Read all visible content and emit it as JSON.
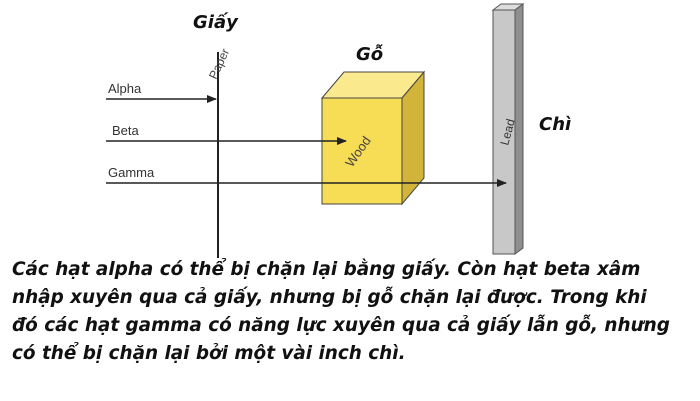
{
  "materials": {
    "paper": {
      "vn_label": "Giấy",
      "en_label": "Paper"
    },
    "wood": {
      "vn_label": "Gỗ",
      "en_label": "Wood"
    },
    "lead": {
      "vn_label": "Chì",
      "en_label": "Lead"
    }
  },
  "rays": {
    "alpha": "Alpha",
    "beta": "Beta",
    "gamma": "Gamma"
  },
  "caption": {
    "line1": "Các hạt alpha có thể bị chặn lại bằng giấy. Còn hạt beta xâm",
    "line2": "nhập xuyên qua cả giấy, nhưng bị gỗ chặn lại được. Trong khi",
    "line3": "đó các hạt gamma có năng lực xuyên qua cả giấy lẫn gỗ, nhưng",
    "line4": "có thể bị chặn lại bởi một vài inch chì."
  },
  "colors": {
    "wood_front": "#f7dc56",
    "wood_top": "#fbe98e",
    "wood_side": "#d2b43a",
    "lead_front": "#c8c8c8",
    "lead_side": "#8e8e8e",
    "line": "#222222"
  }
}
